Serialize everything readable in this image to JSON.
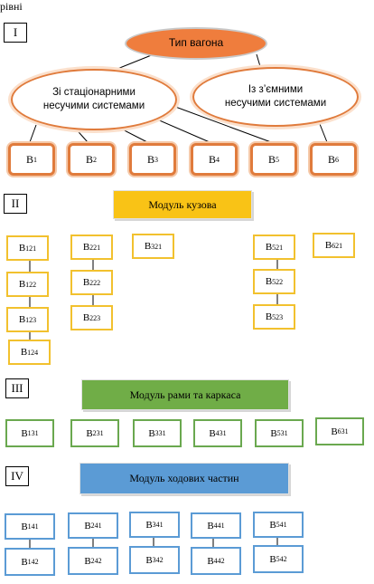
{
  "header_text": "рівні",
  "level_labels": {
    "l1": "I",
    "l2": "II",
    "l3": "III",
    "l4": "IV"
  },
  "root": {
    "label": "Тип вагона",
    "color": "#f07c3c"
  },
  "branches": {
    "fixed": "Зі стаціонарними\nнесучими системами",
    "removable": "Із з’ємними\nнесучими системами"
  },
  "wagon_types": [
    {
      "id": "v1",
      "letter": "В",
      "sub": "1"
    },
    {
      "id": "v2",
      "letter": "В",
      "sub": "2"
    },
    {
      "id": "v3",
      "letter": "В",
      "sub": "3"
    },
    {
      "id": "v4",
      "letter": "В",
      "sub": "4"
    },
    {
      "id": "v5",
      "letter": "В",
      "sub": "5"
    },
    {
      "id": "v6",
      "letter": "В",
      "sub": "6"
    }
  ],
  "body_module": {
    "title": "Модуль кузова",
    "color": "#f9c316",
    "nodes": [
      {
        "letter": "В",
        "sub": "121"
      },
      {
        "letter": "В",
        "sub": "122"
      },
      {
        "letter": "В",
        "sub": "123"
      },
      {
        "letter": "В",
        "sub": "124"
      },
      {
        "letter": "В",
        "sub": "221"
      },
      {
        "letter": "В",
        "sub": "222"
      },
      {
        "letter": "В",
        "sub": "223"
      },
      {
        "letter": "В",
        "sub": "321"
      },
      {
        "letter": "В",
        "sub": "521"
      },
      {
        "letter": "В",
        "sub": "522"
      },
      {
        "letter": "В",
        "sub": "523"
      },
      {
        "letter": "В",
        "sub": "621"
      }
    ]
  },
  "frame_module": {
    "title": "Модуль рами та каркаса",
    "color": "#70ad47",
    "nodes": [
      {
        "letter": "В",
        "sub": "131"
      },
      {
        "letter": "В",
        "sub": "231"
      },
      {
        "letter": "В",
        "sub": "331"
      },
      {
        "letter": "В",
        "sub": "431"
      },
      {
        "letter": "В",
        "sub": "531"
      },
      {
        "letter": "В",
        "sub": "631"
      }
    ]
  },
  "running_module": {
    "title": "Модуль ходових частин",
    "color": "#5b9bd5",
    "nodes": [
      {
        "letter": "В",
        "sub": "141"
      },
      {
        "letter": "В",
        "sub": "142"
      },
      {
        "letter": "В",
        "sub": "241"
      },
      {
        "letter": "В",
        "sub": "242"
      },
      {
        "letter": "В",
        "sub": "341"
      },
      {
        "letter": "В",
        "sub": "342"
      },
      {
        "letter": "В",
        "sub": "441"
      },
      {
        "letter": "В",
        "sub": "442"
      },
      {
        "letter": "В",
        "sub": "541"
      },
      {
        "letter": "В",
        "sub": "542"
      }
    ]
  }
}
